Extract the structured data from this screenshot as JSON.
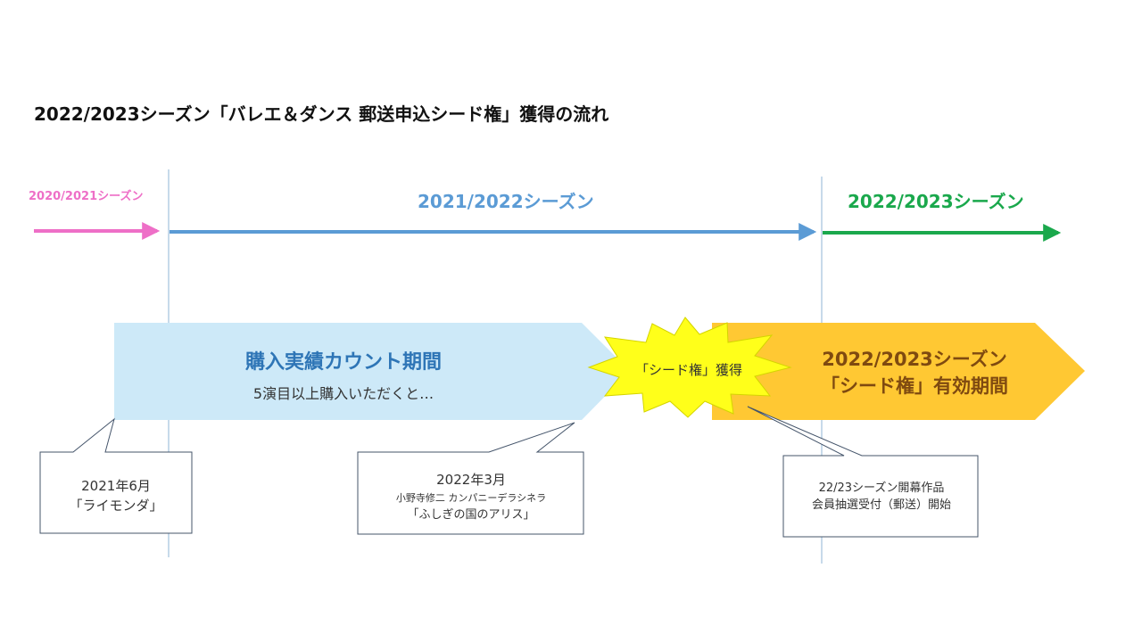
{
  "title": "2022/2023シーズン「バレエ＆ダンス 郵送申込シード権」獲得の流れ",
  "seasons": {
    "prev": "2020/2021シーズン",
    "current": "2021/2022シーズン",
    "next": "2022/2023シーズン"
  },
  "count_period": {
    "title": "購入実績カウント期間",
    "subtitle": "5演目以上購入いただくと…"
  },
  "seed_burst": {
    "label": "「シード権」獲得"
  },
  "valid_period": {
    "line1": "2022/2023シーズン",
    "line2": "「シード権」有効期間"
  },
  "callouts": {
    "start": {
      "line1": "2021年6月",
      "line2": "「ライモンダ」"
    },
    "end": {
      "line1": "2022年3月",
      "line2": "小野寺修二 カンパニーデラシネラ",
      "line3": "「ふしぎの国のアリス」"
    },
    "open": {
      "line1": "22/23シーズン開幕作品",
      "line2": "会員抽選受付（郵送）開始"
    }
  },
  "colors": {
    "prev_season": "#ee6fc7",
    "current_season": "#5b9bd5",
    "next_season": "#1aa84c",
    "count_period_fill": "#cde9f8",
    "count_period_text": "#2e75b6",
    "seed_burst_fill": "#ffff1a",
    "valid_period_fill": "#ffc833",
    "valid_period_text": "#7f4a10"
  }
}
